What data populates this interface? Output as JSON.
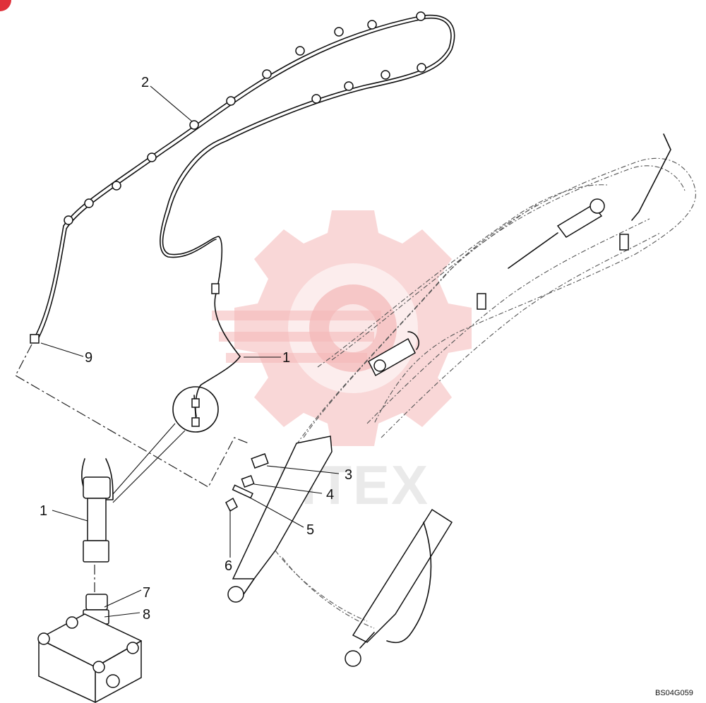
{
  "diagram": {
    "callouts": [
      "1",
      "2",
      "3",
      "4",
      "5",
      "6",
      "7",
      "8",
      "9"
    ],
    "drawing_code": "BS04G059",
    "watermark": {
      "text": "HTEX",
      "color": "#f2b4b4"
    },
    "corner_marker_color": "#e0303a"
  }
}
